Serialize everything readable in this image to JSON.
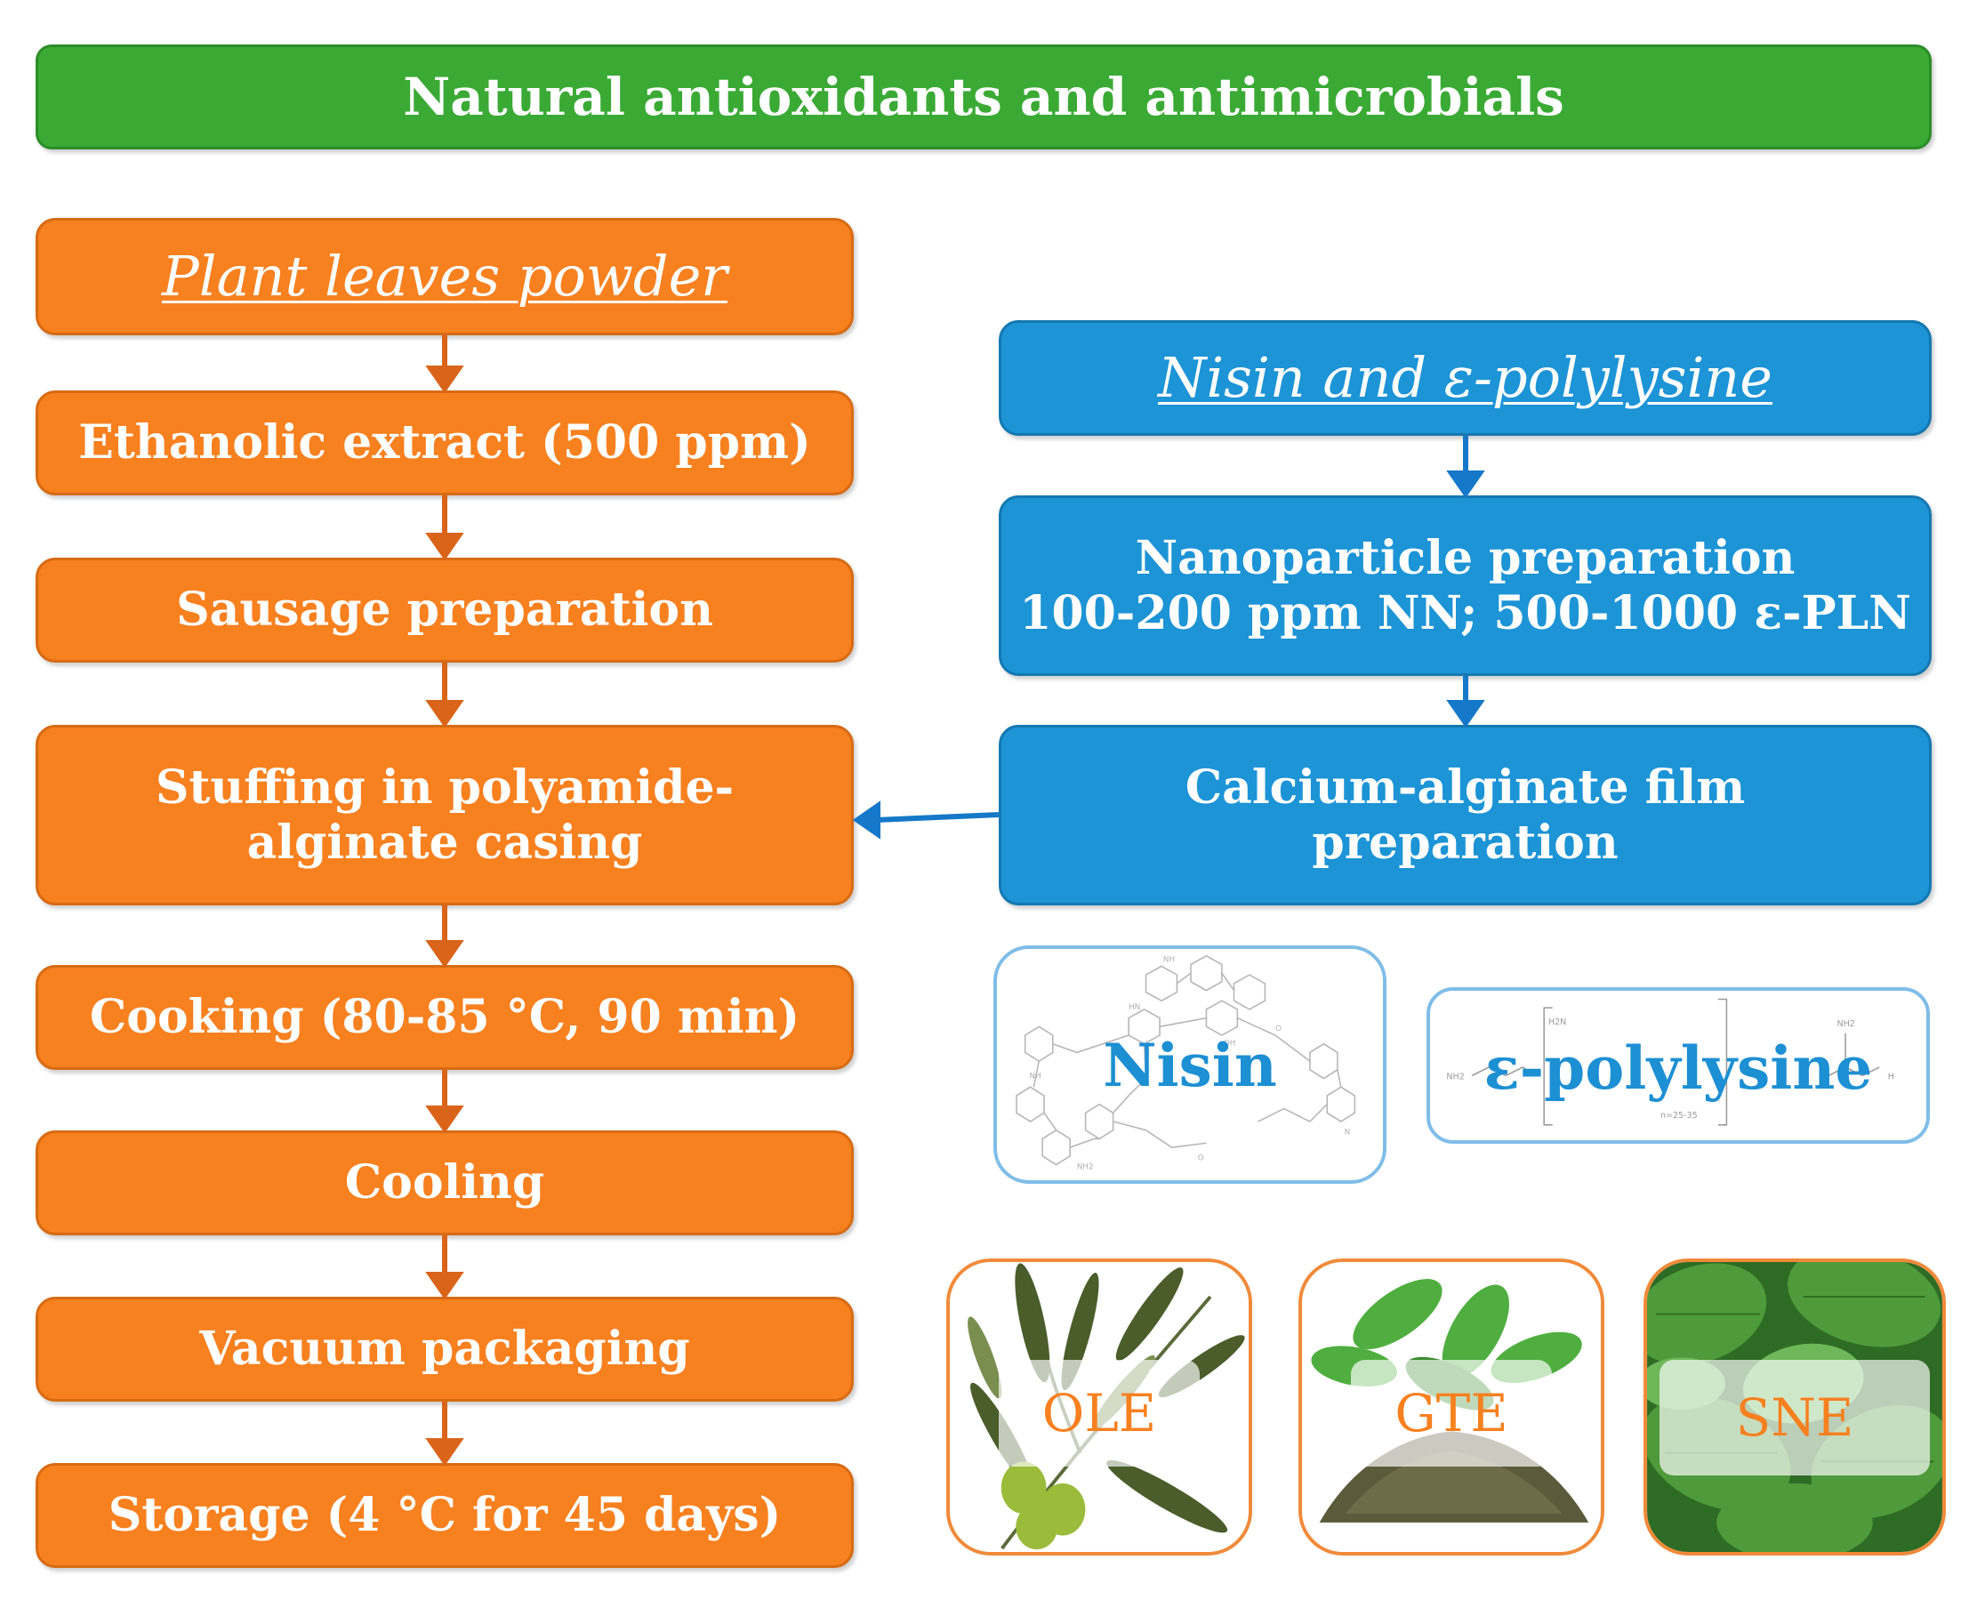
{
  "header": {
    "title": "Natural antioxidants and antimicrobials"
  },
  "left_flow": {
    "title": "Plant leaves powder",
    "steps": [
      "Ethanolic extract (500 ppm)",
      "Sausage preparation",
      "Stuffing in polyamide-",
      "alginate casing",
      "Cooking (80-85 °C, 90 min)",
      "Cooling",
      "Vacuum packaging",
      "Storage (4 °C for 45 days)"
    ]
  },
  "right_flow": {
    "title": "Nisin and ε-polylysine",
    "steps": [
      "Nanoparticle preparation",
      "100-200 ppm NN; 500-1000 ε-PLN",
      "Calcium-alginate film",
      "preparation"
    ]
  },
  "molecules": [
    {
      "label": "Nisin",
      "icon": "nisin-structure-icon"
    },
    {
      "label": "ε-polylysine",
      "icon": "polylysine-structure-icon"
    }
  ],
  "extracts": [
    {
      "label": "OLE",
      "icon": "olive-leaves-icon"
    },
    {
      "label": "GTE",
      "icon": "green-tea-icon"
    },
    {
      "label": "SNE",
      "icon": "nettle-leaves-icon"
    }
  ],
  "colors": {
    "header_green": "#3aaa35",
    "orange": "#f7801f",
    "blue": "#1c94d6",
    "light_blue_border": "#7fbde8",
    "label_blue": "#1d8fd3"
  }
}
